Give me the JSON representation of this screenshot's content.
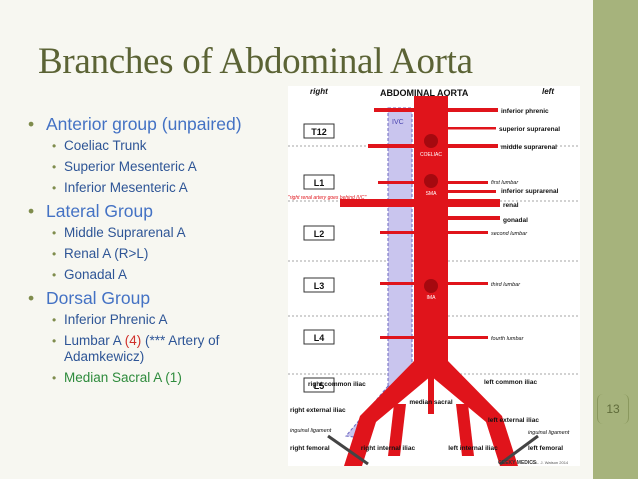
{
  "slide": {
    "title": "Branches of Abdominal Aorta",
    "page_number": "13"
  },
  "bullets": {
    "anterior": {
      "heading": "Anterior group (unpaired)",
      "items": [
        "Coeliac Trunk",
        "Superior Mesenteric A",
        "Inferior Mesenteric A"
      ]
    },
    "lateral": {
      "heading": "Lateral Group",
      "items": [
        "Middle Suprarenal A",
        "Renal A  (R>L)",
        "Gonadal A"
      ]
    },
    "dorsal": {
      "heading": "Dorsal Group",
      "item1": "Inferior Phrenic A",
      "item2_prefix": "Lumbar A ",
      "item2_red": "(4)",
      "item2_suffix": " (*** Artery of Adamkewicz)",
      "item3": "Median Sacral A (1)"
    }
  },
  "diagram": {
    "title": "ABDOMINAL AORTA",
    "side_right": "right",
    "side_left": "left",
    "vertebrae": [
      "T12",
      "L1",
      "L2",
      "L3",
      "L4",
      "L5"
    ],
    "ivc_label": "IVC",
    "celiac_label": "COELIAC",
    "sma_label": "SMA",
    "ima_label": "IMA",
    "note": "\"right renal artery goes behind IVC\"",
    "right_labels": {
      "inferior_phrenic": "inferior phrenic",
      "superior_suprarenal": "superior suprarenal",
      "middle_suprarenal": "middle suprarenal",
      "first_lumbar": "first lumbar",
      "inferior_suprarenal": "inferior suprarenal",
      "renal": "renal",
      "gonadal": "gonadal",
      "second_lumbar": "second lumbar",
      "third_lumbar": "third lumbar",
      "fourth_lumbar": "fourth lumbar",
      "left_common_iliac": "left common iliac",
      "left_external_iliac": "left external iliac",
      "inguinal_ligament": "inguinal ligament",
      "left_femoral": "left femoral"
    },
    "left_labels": {
      "right_common_iliac": "right common iliac",
      "right_external_iliac": "right external iliac",
      "inguinal_ligament": "inguinal ligament",
      "right_femoral": "right femoral"
    },
    "bottom_labels": {
      "median_sacral": "median sacral",
      "right_internal_iliac": "right internal iliac",
      "left_internal_iliac": "left internal iliac"
    },
    "credit_brand": "GEEKY MEDICS",
    "credit_text": "© L. J. Watson 2014"
  },
  "colors": {
    "title": "#5b6335",
    "sidebar": "#a6b37c",
    "bullet_blue": "#4472c4",
    "sub_blue": "#2e5596",
    "aorta_red": "#e0141b",
    "ivc_lavender": "#c9c5ee",
    "green_text": "#2e8b3c"
  }
}
